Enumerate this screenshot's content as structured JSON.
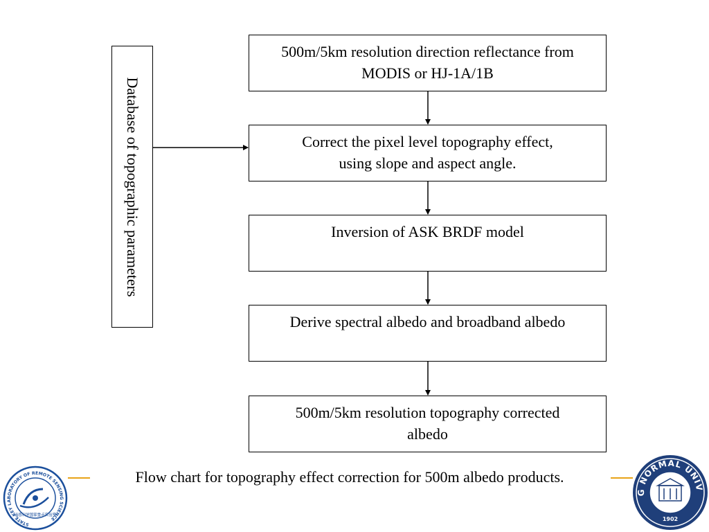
{
  "flow": {
    "steps": [
      {
        "line1": "500m/5km resolution direction reflectance from",
        "line2": "MODIS or HJ-1A/1B"
      },
      {
        "line1": "Correct the pixel level topography effect,",
        "line2": "using slope and aspect angle."
      },
      {
        "line1": "Inversion of ASK BRDF model",
        "line2": ""
      },
      {
        "line1": "Derive spectral albedo and broadband albedo",
        "line2": ""
      },
      {
        "line1": "500m/5km resolution topography corrected",
        "line2": "albedo"
      }
    ],
    "side_input": "Database of topographic parameters"
  },
  "caption": "Flow chart for topography effect correction for 500m albedo products.",
  "logos": {
    "left_ring_text": "STATE KEY LABORATORY OF REMOTE SENSING SCIENCE",
    "left_sub_text": "遥感科学国家重点实验室",
    "right_ring_text": "BEIJING NORMAL UNIVERSITY",
    "right_year": "1902"
  },
  "colors": {
    "accent_dash": "#E8A317",
    "logo_blue": "#1B4F9C",
    "logo_navy": "#1F3F7A"
  }
}
